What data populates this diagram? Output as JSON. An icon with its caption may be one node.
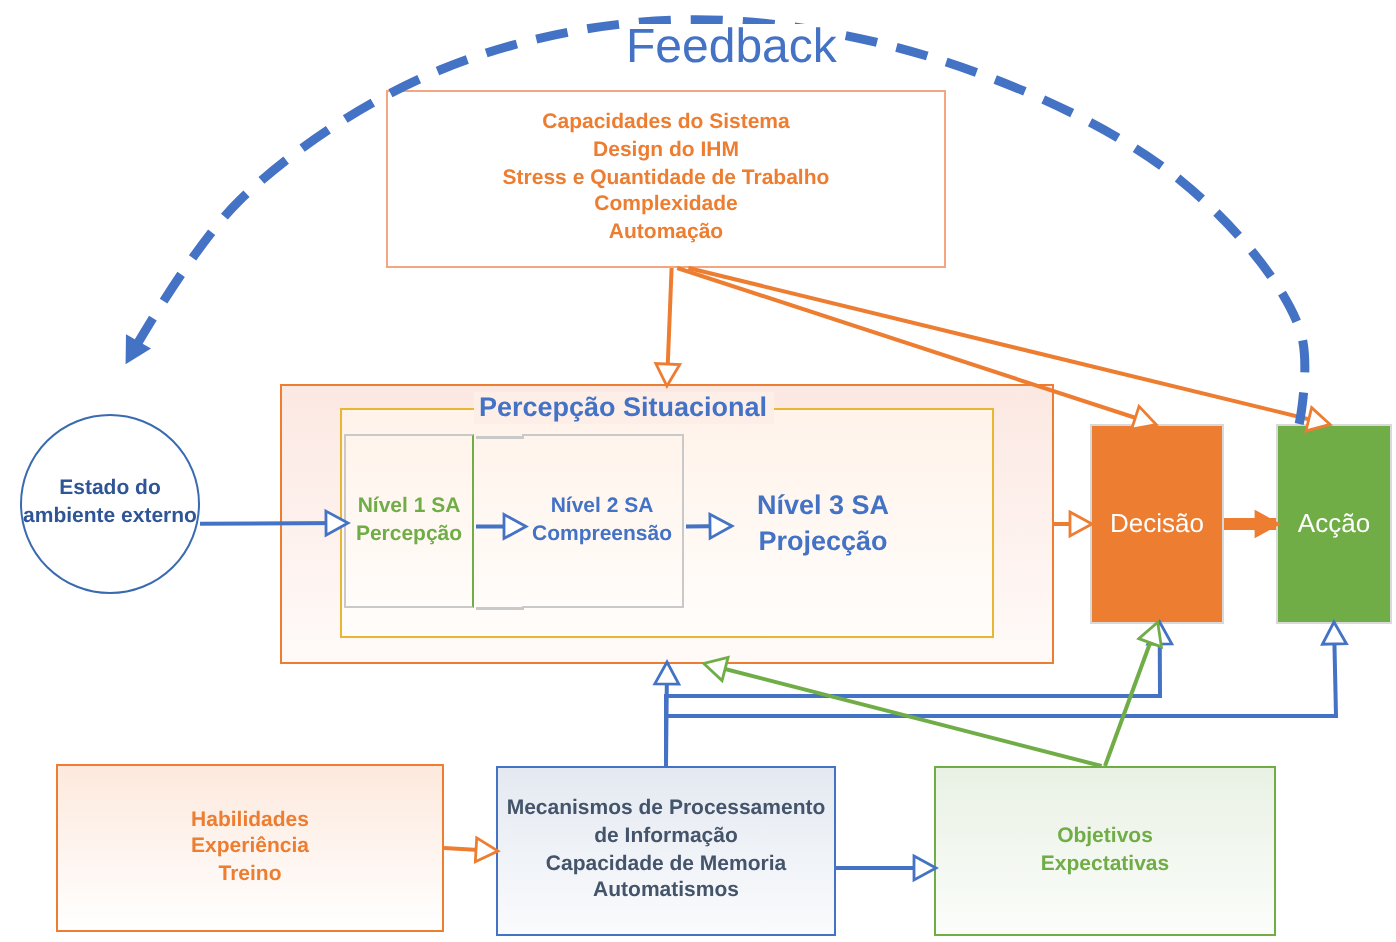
{
  "diagram": {
    "nodes": [
      {
        "text": [
          "Estado do ambiente externo"
        ]
      },
      {
        "text": [
          "Capacidades do Sistema",
          "Design do IHM",
          "Stress e Quantidade de Trabalho",
          "Complexidade",
          "Automação"
        ]
      },
      {
        "text": [],
        "shape": "box"
      },
      {
        "text": [
          "Percepção Situacional"
        ],
        "in": 2
      },
      {
        "text": [
          "Nível 1 SA Percepção"
        ],
        "in": 3
      },
      {
        "text": [
          "Nível 2 SA Compreensão"
        ],
        "in": 3
      },
      {
        "text": [
          "Nível 3 SA Projecção"
        ],
        "in": 3
      },
      {
        "text": [
          "Decisão"
        ]
      },
      {
        "text": [
          "Acção"
        ]
      },
      {
        "text": [
          "Habilidades",
          "Experiência",
          "Treino"
        ]
      },
      {
        "text": [
          "Mecanismos de Processamento de Informação",
          "Capacidade de Memoria",
          "Automatismos"
        ]
      },
      {
        "text": [
          "Objetivos",
          "Expectativas"
        ]
      }
    ],
    "edges": [
      {
        "from": 0,
        "to": 4,
        "arrow": "to"
      },
      {
        "from": 4,
        "to": 5,
        "arrow": "to"
      },
      {
        "from": 5,
        "to": 6,
        "arrow": "to"
      },
      {
        "from": 1,
        "to": 2,
        "arrow": "to",
        "color": "#ed7d31"
      },
      {
        "from": 1,
        "to": 7,
        "arrow": "to",
        "color": "#ed7d31"
      },
      {
        "from": 1,
        "to": 8,
        "arrow": "to",
        "color": "#ed7d31"
      },
      {
        "from": 2,
        "to": 7,
        "arrow": "to",
        "color": "#ed7d31"
      },
      {
        "from": 7,
        "to": 8,
        "arrow": "to",
        "style": "thick",
        "color": "#ed7d31"
      },
      {
        "from": 9,
        "to": 10,
        "arrow": "to",
        "color": "#ed7d31"
      },
      {
        "from": 10,
        "to": 11,
        "arrow": "to"
      },
      {
        "from": 10,
        "to": 2,
        "arrow": "to"
      },
      {
        "from": 10,
        "to": 7,
        "arrow": "to"
      },
      {
        "from": 10,
        "to": 8,
        "arrow": "to"
      },
      {
        "from": 11,
        "to": 2,
        "arrow": "to",
        "color": "#70ad47"
      },
      {
        "from": 11,
        "to": 7,
        "arrow": "to",
        "color": "#70ad47"
      },
      {
        "from": 8,
        "to": 0,
        "arrow": "to",
        "style": "dashed",
        "label": "Feedback"
      }
    ]
  }
}
